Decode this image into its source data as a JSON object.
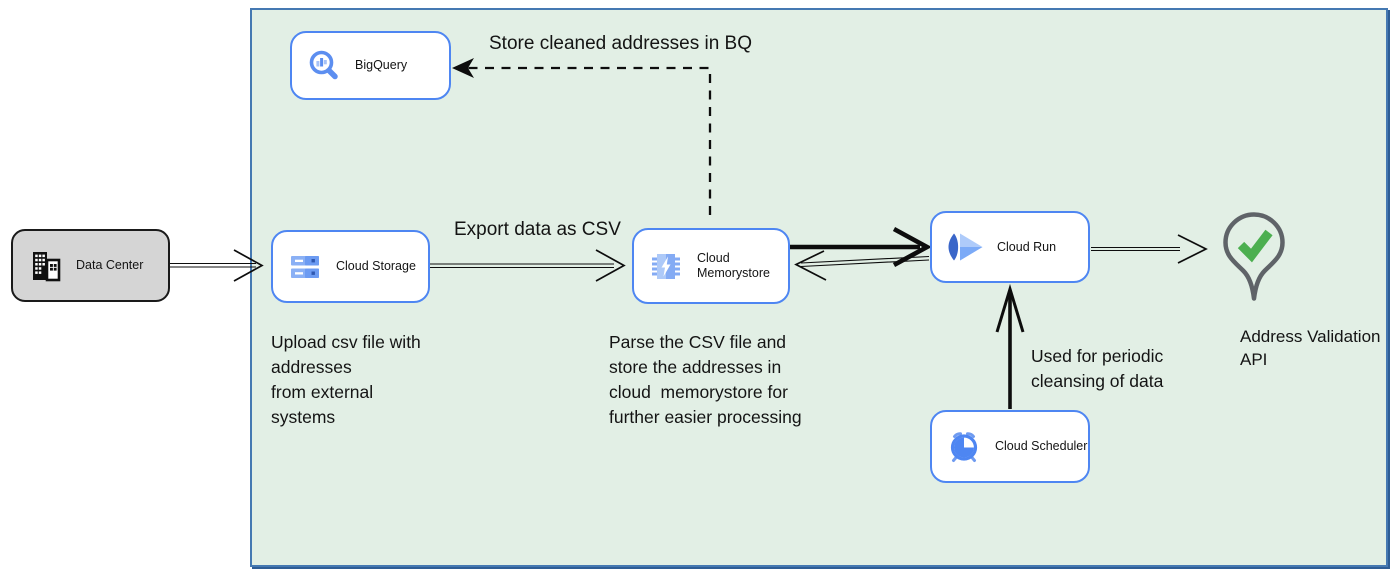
{
  "diagram": {
    "nodes": {
      "data_center": {
        "label": "Data Center"
      },
      "bigquery": {
        "label": "BigQuery"
      },
      "cloud_storage": {
        "label": "Cloud Storage"
      },
      "cloud_memorystore": {
        "label": "Cloud\nMemorystore"
      },
      "cloud_run": {
        "label": "Cloud Run"
      },
      "cloud_scheduler": {
        "label": "Cloud Scheduler"
      },
      "address_validation": {
        "label": "Address Validation\nAPI"
      }
    },
    "edge_labels": {
      "store_bq": "Store cleaned addresses in BQ",
      "export_csv": "Export data as CSV",
      "periodic_cleansing": "Used for periodic\ncleansing of data"
    },
    "annotations": {
      "upload_csv": "Upload csv file with\naddresses\nfrom external\nsystems",
      "parse_csv": "Parse the CSV file and\nstore the addresses in\ncloud  memorystore for\nfurther easier processing"
    },
    "colors": {
      "boundary_fill": "#e2efe5",
      "boundary_border": "#4579b2",
      "node_border": "#4e86f2",
      "node_fill": "#ffffff",
      "data_center_fill": "#d5d5d5",
      "icon_blue": "#4e86f2",
      "icon_blue_light": "#aecbfa",
      "check_green": "#4caf50",
      "pin_outline": "#5f6368",
      "arrow_black": "#0d0d0d"
    }
  }
}
